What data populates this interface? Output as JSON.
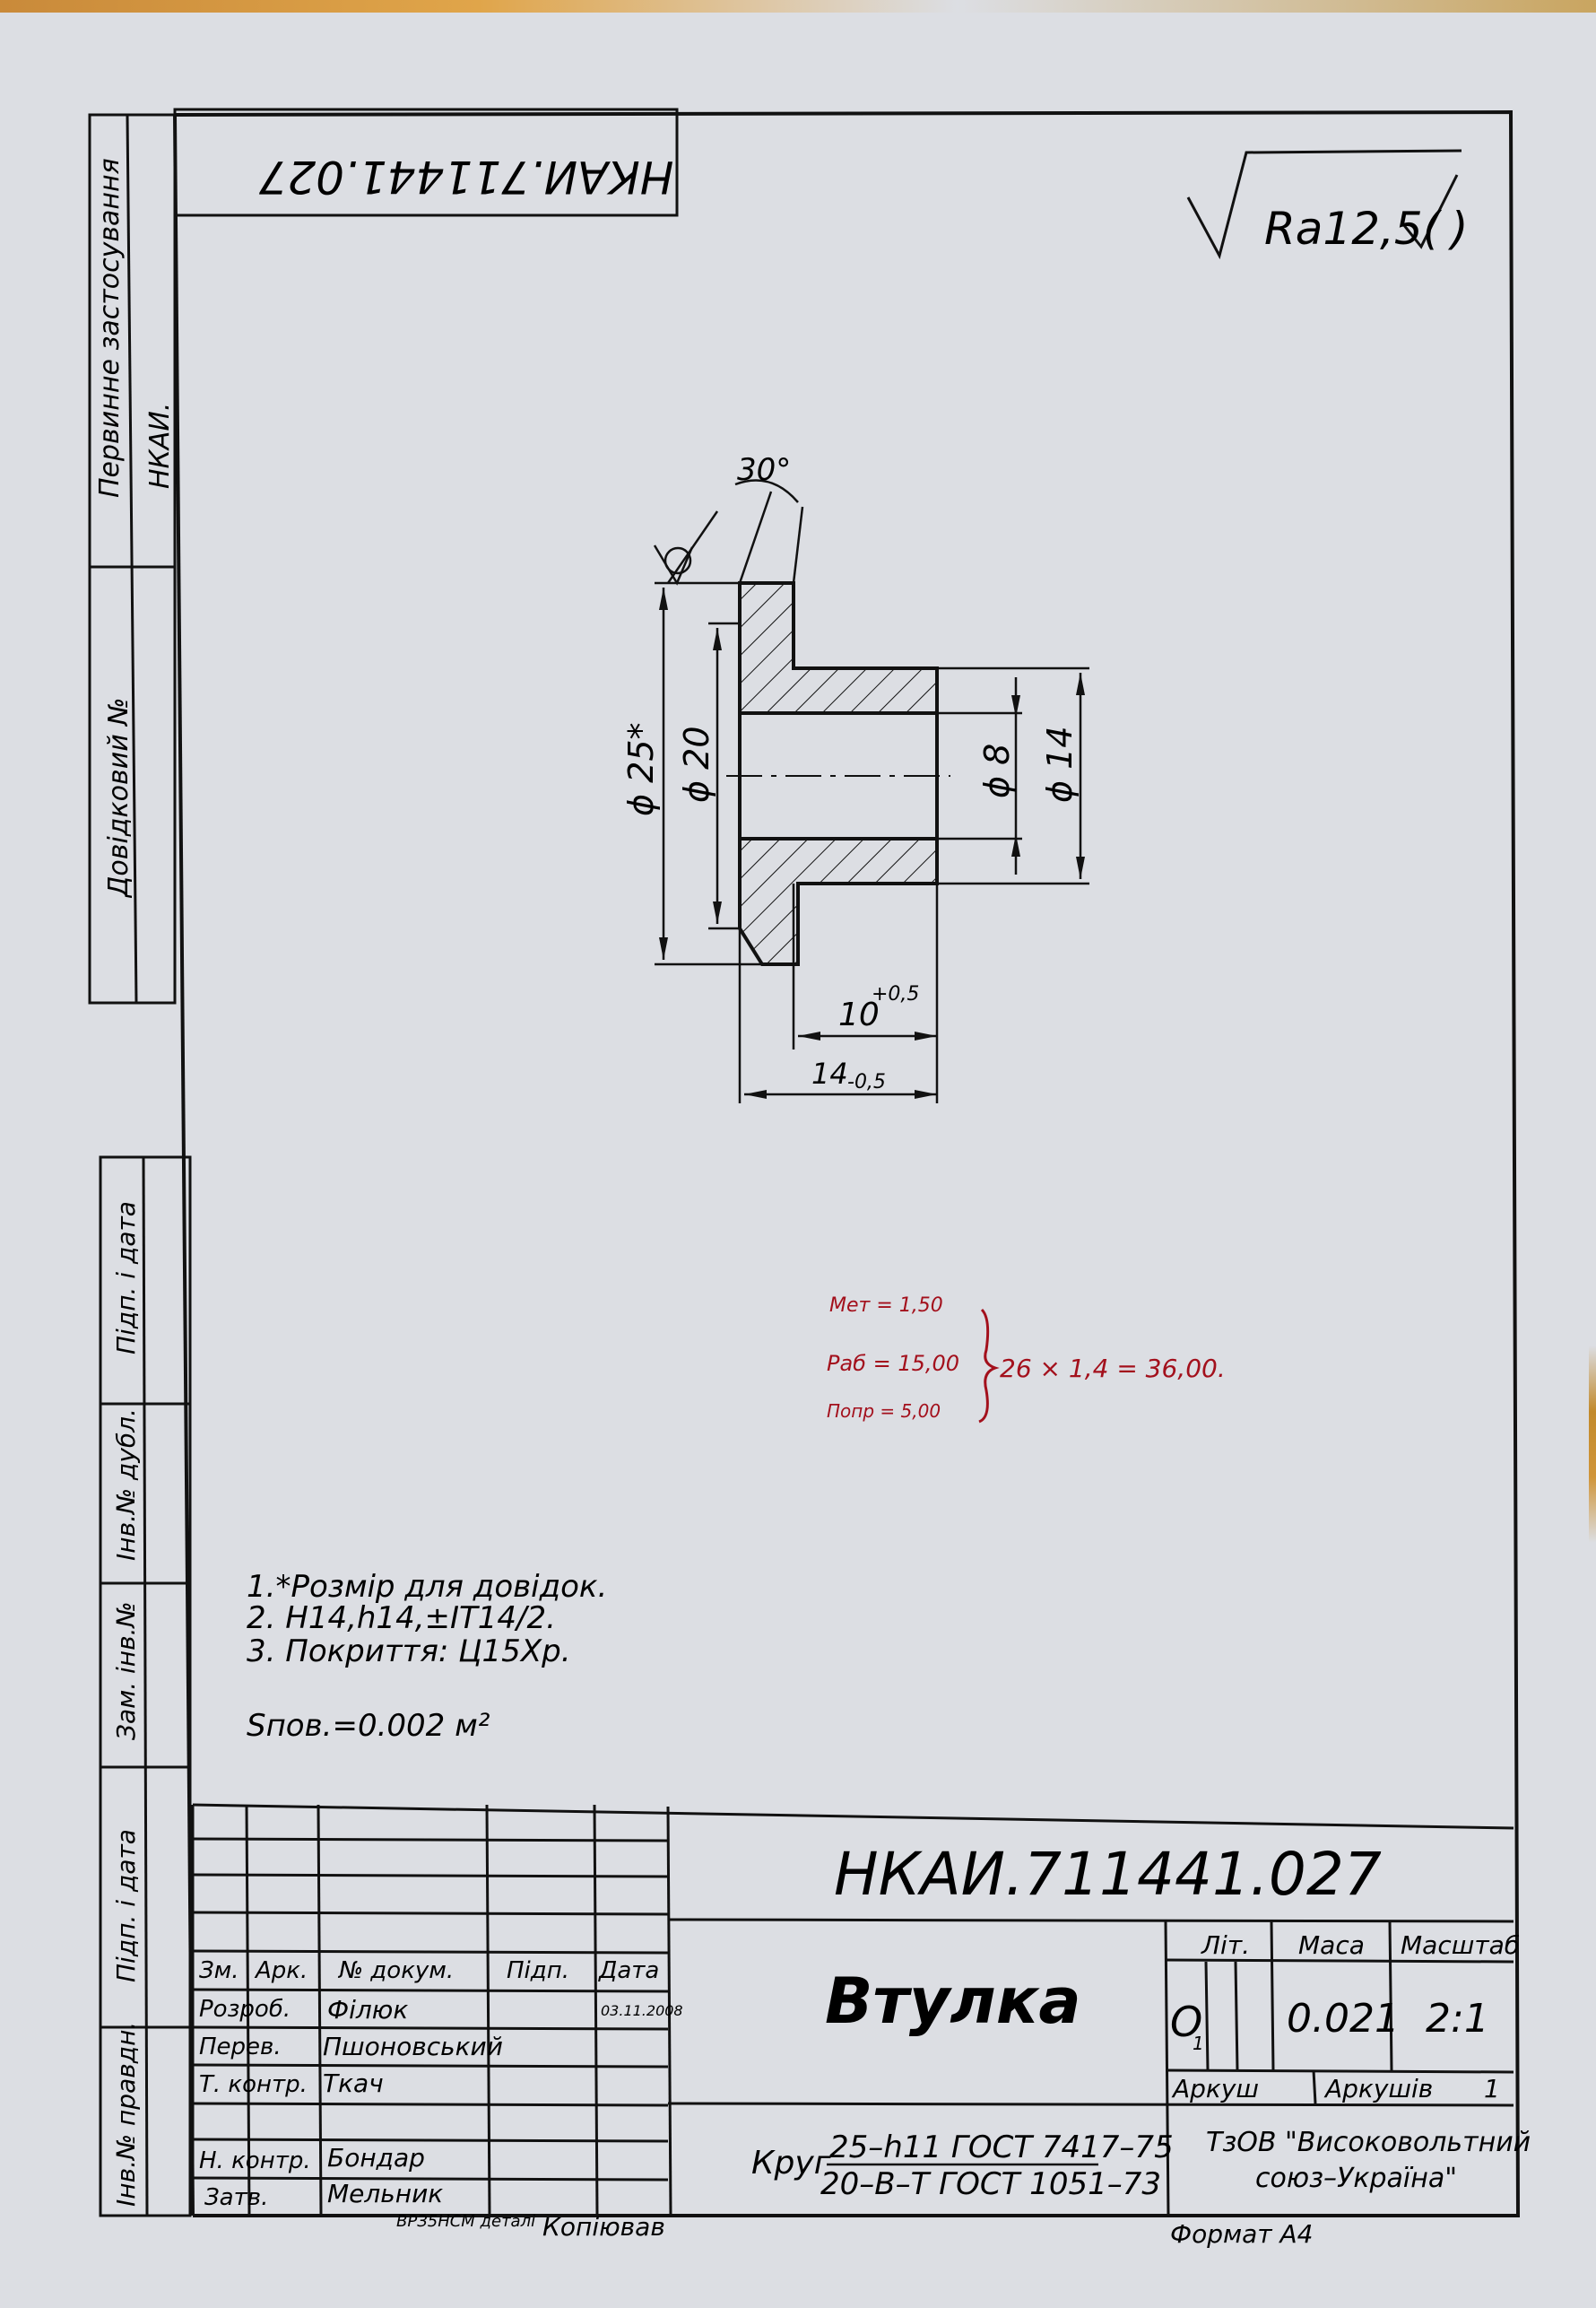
{
  "stamp_code_rotated": "НКАИ.711441.027",
  "roughness": {
    "symbol_text": "Ra12,5(",
    "symbol_end": ")"
  },
  "left_strip": {
    "primary_use_label": "Первинне застосування",
    "primary_use_value": "НКАИ.",
    "reference_no_label": "Довідковий №",
    "sign_date_label_1": "Підп. і дата",
    "dup_inv_label": "Інв.№ дубл.",
    "repl_inv_label": "Зам. інв.№",
    "sign_date_label_2": "Підп. і дата",
    "orig_inv_label": "Інв.№ правдн."
  },
  "drawing": {
    "angle_label": "30°",
    "dim_d25": "ϕ 25*",
    "dim_d20": "ϕ 20",
    "dim_d8": "ϕ 8",
    "dim_d14": "ϕ 14",
    "dim_10": "10",
    "dim_10_tol": "+0,5",
    "dim_14": "14",
    "dim_14_tol": "-0,5"
  },
  "handwritten": {
    "line1": "Мет = 1,50",
    "line2": "Раб = 15,00",
    "line3": "Попр = 5,00",
    "total": "26 × 1,4 = 36,00."
  },
  "notes": {
    "note1": "1.*Розмір для довідок.",
    "note2": "2. H14,h14,±IT14/2.",
    "note3": "3. Покриття: Ц15Хр.",
    "area": "Sпов.=0.002 м²"
  },
  "title_block": {
    "doc_code": "НКАИ.711441.027",
    "part_name": "Втулка",
    "header_zm": "Зм.",
    "header_ark": "Арк.",
    "header_doc_no": "№ докум.",
    "header_sign": "Підп.",
    "header_date": "Дата",
    "row_developed": "Розроб.",
    "row_checked": "Перев.",
    "row_tcontrol": "Т. контр.",
    "row_ncontrol": "Н. контр.",
    "row_approved": "Затв.",
    "name_developed": "Філюк",
    "name_checked": "Пшоновський",
    "name_tcontrol": "Ткач",
    "name_ncontrol": "Бондар",
    "name_approved": "Мельник",
    "date_developed": "03.11.2008",
    "lit_label": "Літ.",
    "mass_label": "Маса",
    "scale_label": "Масштаб",
    "lit_value": "О",
    "lit_sub": "1",
    "mass_value": "0.021",
    "scale_value": "2:1",
    "sheet_label": "Аркуш",
    "sheets_label": "Аркушів",
    "sheets_value": "1",
    "material_prefix": "Круг",
    "material_top": "25–h11 ГОСТ 7417–75",
    "material_bottom": "20–В–Т ГОСТ 1051–73",
    "company_line1": "ТзОВ \"Високовольтний",
    "company_line2": "союз–Україна\""
  },
  "footer": {
    "small_note": "ВРЗ5НСМ деталі",
    "copied_label": "Копіював",
    "format_label": "Формат А4"
  },
  "colors": {
    "paper": "#dcdee3",
    "ink": "#111111",
    "handwriting": "#a3101c"
  }
}
